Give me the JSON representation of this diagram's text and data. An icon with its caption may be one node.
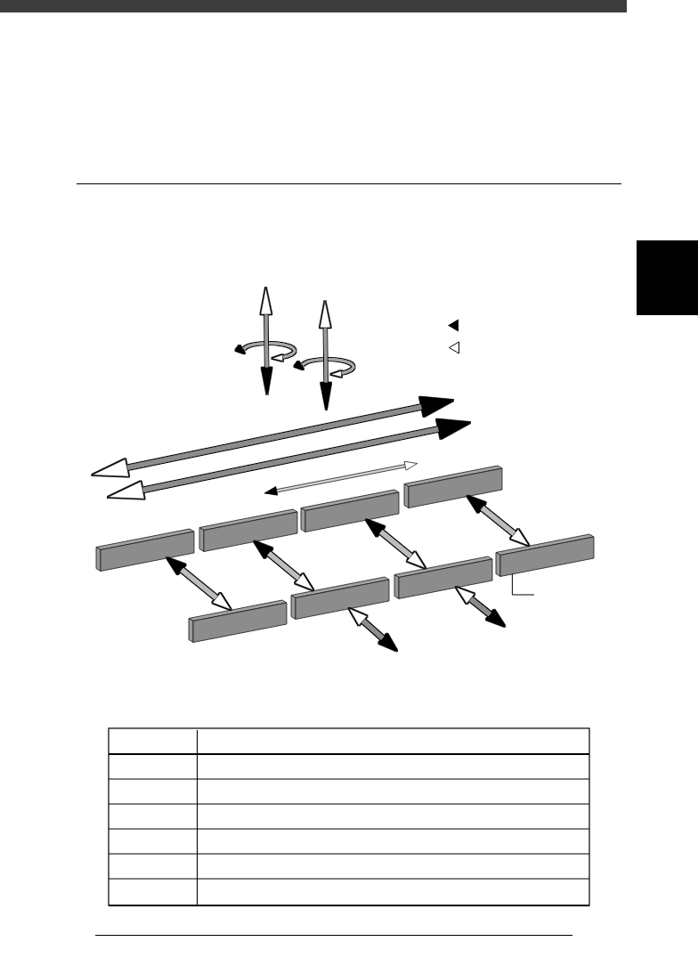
{
  "diagram": {
    "nodes": [
      {
        "text": [],
        "shape": "box"
      },
      {
        "text": [],
        "shape": "bar"
      },
      {
        "text": [],
        "shape": "bar"
      },
      {
        "text": [],
        "shape": "bar"
      },
      {
        "text": [],
        "shape": "bar"
      },
      {
        "text": [],
        "shape": "bar"
      },
      {
        "text": [],
        "shape": "bar"
      },
      {
        "text": [],
        "shape": "bar"
      },
      {
        "text": [],
        "shape": "bar"
      }
    ],
    "edges": [
      {
        "from": 1,
        "to": 5,
        "arrow": "both"
      },
      {
        "from": 2,
        "to": 6,
        "arrow": "both"
      },
      {
        "from": 3,
        "to": 7,
        "arrow": "both"
      },
      {
        "from": 4,
        "to": 8,
        "arrow": "both"
      },
      {
        "from": null,
        "to": 6,
        "arrow": "both",
        "color": "#8c8c8c"
      },
      {
        "from": null,
        "to": 7,
        "arrow": "both",
        "color": "#8c8c8c"
      },
      {
        "from": null,
        "to": 8,
        "arrow": "none",
        "color": "#000000"
      }
    ]
  }
}
